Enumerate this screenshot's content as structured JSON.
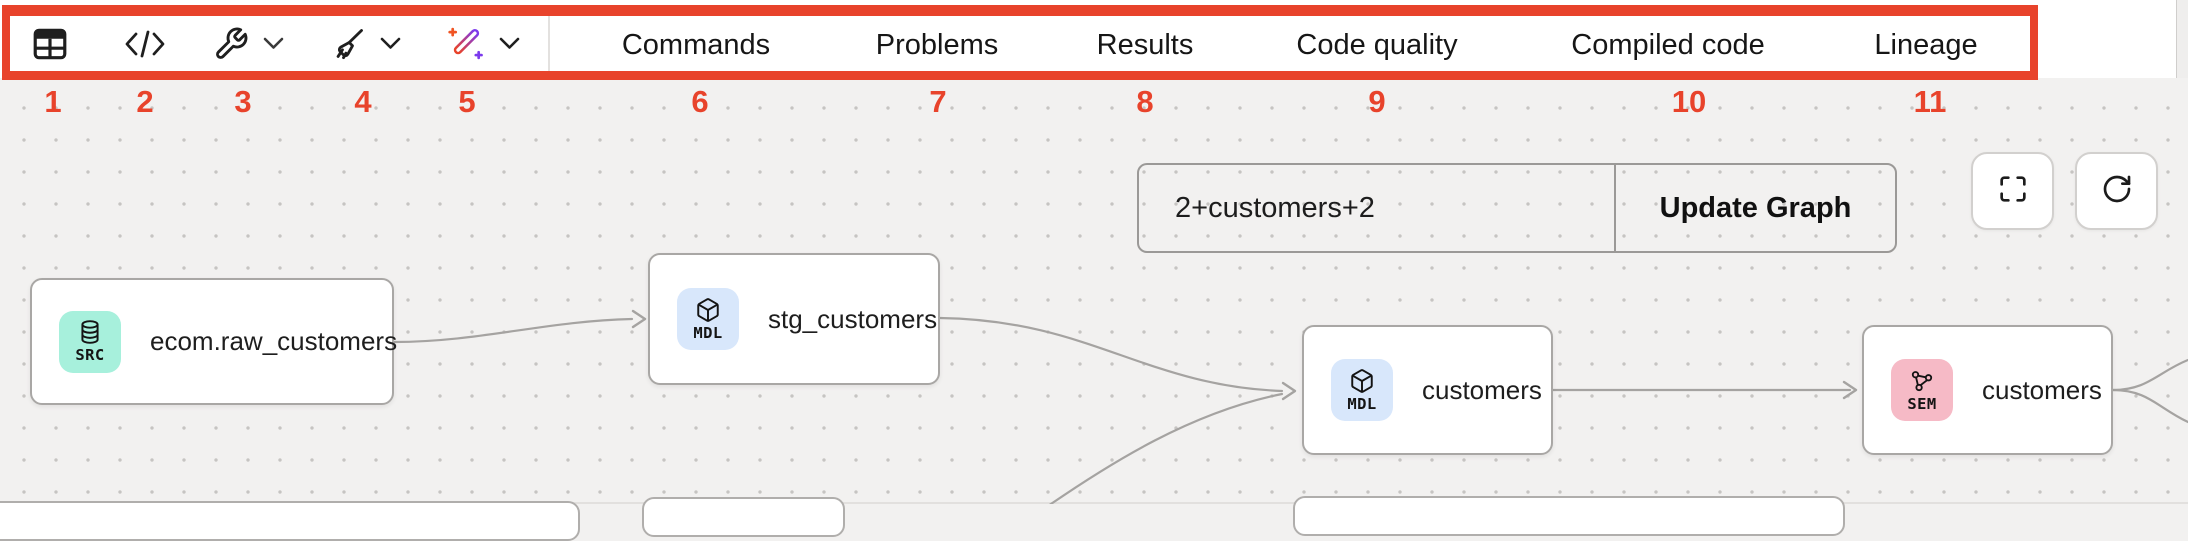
{
  "annotation": {
    "color": "#e8432b",
    "numbers": [
      "1",
      "2",
      "3",
      "4",
      "5",
      "6",
      "7",
      "8",
      "9",
      "10",
      "11"
    ]
  },
  "toolbar": {
    "icon_buttons": [
      {
        "name": "table",
        "has_dropdown": false
      },
      {
        "name": "code",
        "has_dropdown": false
      },
      {
        "name": "wrench",
        "has_dropdown": true
      },
      {
        "name": "broom",
        "has_dropdown": true
      },
      {
        "name": "magic-wand",
        "has_dropdown": true
      }
    ],
    "tabs": [
      {
        "label": "Commands"
      },
      {
        "label": "Problems"
      },
      {
        "label": "Results"
      },
      {
        "label": "Code quality"
      },
      {
        "label": "Compiled code"
      },
      {
        "label": "Lineage"
      }
    ]
  },
  "graph_controls": {
    "filter_value": "2+customers+2",
    "update_button_label": "Update Graph"
  },
  "nodes": [
    {
      "kind": "SRC",
      "title": "ecom.raw_customers",
      "badge_color": "#a7f0dc",
      "icon": "database-icon"
    },
    {
      "kind": "MDL",
      "title": "stg_customers",
      "badge_color": "#d8e7fb",
      "icon": "cube-icon"
    },
    {
      "kind": "MDL",
      "title": "customers",
      "badge_color": "#d8e7fb",
      "icon": "cube-icon"
    },
    {
      "kind": "SEM",
      "title": "customers",
      "badge_color": "#f6bac6",
      "icon": "semantic-graph-icon"
    }
  ]
}
